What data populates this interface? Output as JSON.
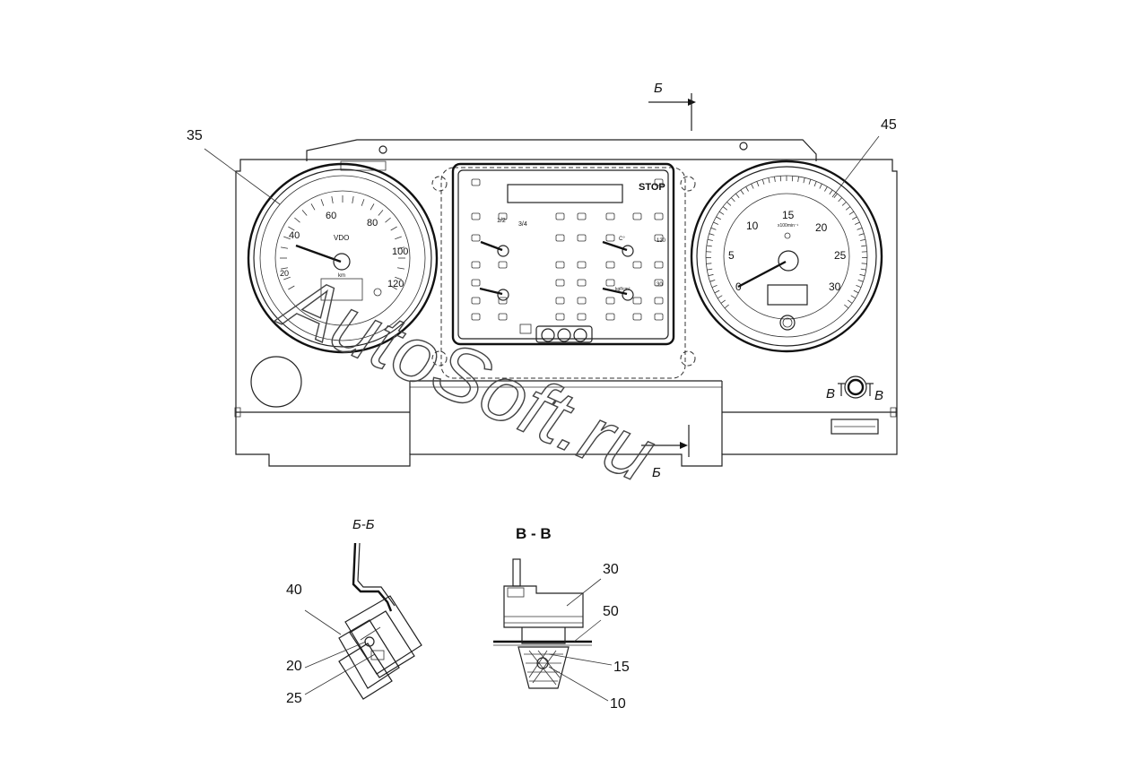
{
  "callouts": {
    "c35": "35",
    "c45": "45",
    "c40": "40",
    "c20": "20",
    "c25": "25",
    "c30": "30",
    "c50": "50",
    "c15": "15",
    "c10": "10"
  },
  "section_marks": {
    "b_top": "Б",
    "b_bottom": "Б",
    "v_left": "В",
    "v_right": "В",
    "view_bb": "Б-Б",
    "view_vv": "В - В"
  },
  "speedometer": {
    "brand": "VDO",
    "unit": "km",
    "scale": [
      "20",
      "40",
      "60",
      "80",
      "100",
      "120"
    ]
  },
  "tachometer": {
    "unit": "x100min⁻¹",
    "scale": [
      "0",
      "5",
      "10",
      "15",
      "20",
      "25",
      "30"
    ]
  },
  "center_panel": {
    "stop_label": "STOP",
    "fuel_marks": [
      "1/2",
      "3/4"
    ],
    "temp_marks": [
      "120",
      "C°"
    ],
    "pressure_marks": [
      "30",
      "kgf/cm²"
    ]
  },
  "watermark": "AutoSoft.ru"
}
